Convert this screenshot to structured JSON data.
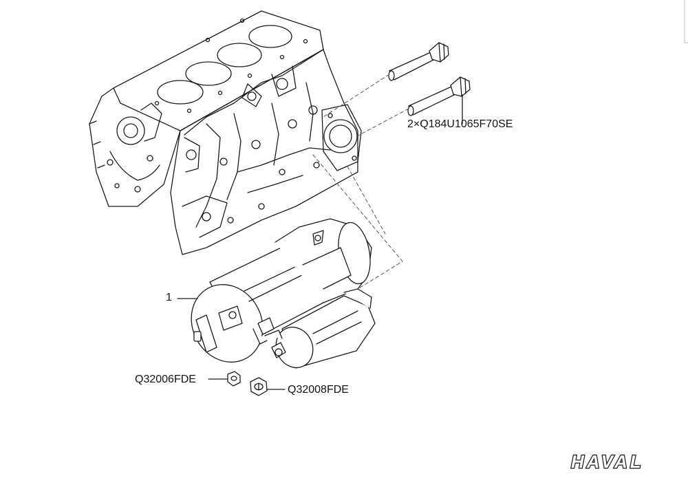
{
  "callouts": {
    "starter": "1",
    "bolts": "2×Q184U1065F70SE",
    "nut_small": "Q32006FDE",
    "nut_large": "Q32008FDE"
  },
  "brand": {
    "logo_text": "HAVAL"
  }
}
